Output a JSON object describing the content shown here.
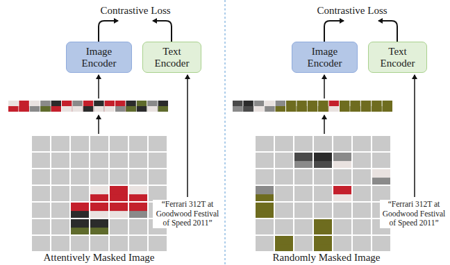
{
  "diagram": {
    "nodes": [
      {
        "text": [
          "Image Encoder"
        ]
      },
      {
        "text": [
          "Text Encoder"
        ]
      },
      {
        "text": [
          "Image Encoder"
        ]
      },
      {
        "text": [
          "Text Encoder"
        ]
      }
    ],
    "labels": [
      "Contrastive Loss",
      "Contrastive Loss",
      "“Ferrari 312T at Goodwood Festival of Speed 2011”",
      "“Ferrari 312T at Goodwood Festival of Speed 2011”",
      "Attentively Masked Image",
      "Randomly Masked Image"
    ]
  }
}
